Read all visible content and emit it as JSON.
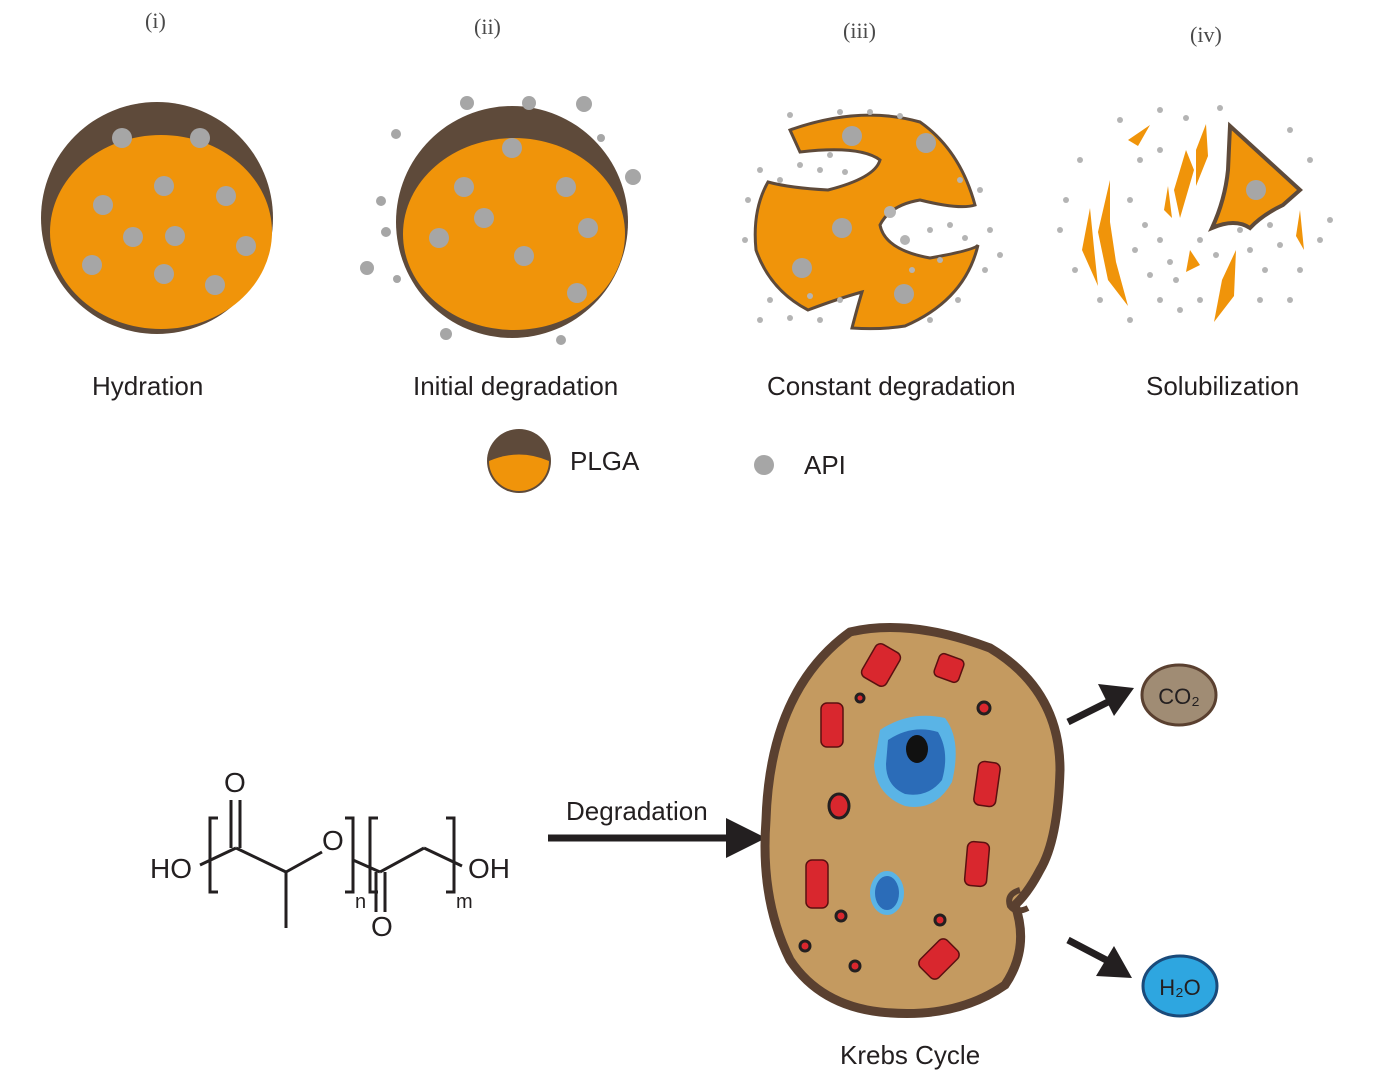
{
  "stages": [
    {
      "numeral": "(i)",
      "caption": "Hydration"
    },
    {
      "numeral": "(ii)",
      "caption": "Initial degradation"
    },
    {
      "numeral": "(iii)",
      "caption": "Constant degradation"
    },
    {
      "numeral": "(iv)",
      "caption": "Solubilization"
    }
  ],
  "legend": {
    "plga": "PLGA",
    "api": "API"
  },
  "chem": {
    "ho": "HO",
    "oh": "OH",
    "o_top": "O",
    "o_link": "O",
    "o_bottom": "O",
    "n": "n",
    "m": "m"
  },
  "arrow_label": "Degradation",
  "cell_label": "Krebs Cycle",
  "products": {
    "co2": "CO₂",
    "h2o": "H₂O"
  },
  "colors": {
    "plga_core": "#f0940a",
    "plga_shell": "#5e4a3a",
    "api": "#a6a6a6",
    "cell_fill": "#c49a60",
    "cell_border": "#5a4030",
    "organelle_red": "#d9272e",
    "nucleus_outer": "#5ab4e6",
    "nucleus_inner": "#2b6cb8",
    "co2_fill": "#a08c74",
    "h2o_fill": "#2ea6e0"
  }
}
